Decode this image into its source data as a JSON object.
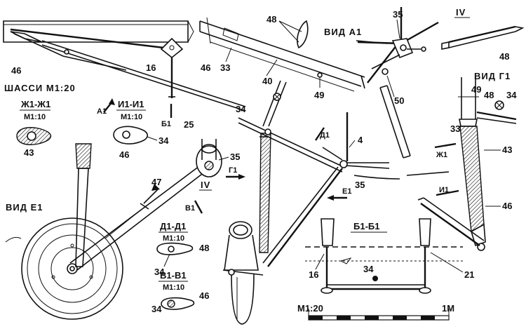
{
  "title": "ШАССИ М1:20",
  "views": {
    "view_a": "ВИД А1",
    "view_g": "ВИД Г1",
    "view_e": "ВИД Е1",
    "view_iv_top": "IV",
    "view_iv_mid": "IV"
  },
  "sections": {
    "zh": {
      "name": "Ж1-Ж1",
      "scale": "М1:10"
    },
    "i": {
      "name": "И1-И1",
      "scale": "М1:10"
    },
    "d": {
      "name": "Д1-Д1",
      "scale": "М1:10"
    },
    "v": {
      "name": "В1-В1",
      "scale": "М1:10"
    },
    "b": {
      "name": "Б1-Б1"
    }
  },
  "markers": {
    "a1": "А1",
    "b1": "Б1",
    "g1": "Г1",
    "v1": "В1",
    "d1": "Д1",
    "e1": "Е1",
    "zh1": "Ж1",
    "i1": "И1"
  },
  "part_numbers": {
    "p16_top": "16",
    "p46_top": "46",
    "p25": "25",
    "p48_mid": "48",
    "p46_mid": "46",
    "p33_mid": "33",
    "p40": "40",
    "p49_mid": "49",
    "p35_top": "35",
    "p50": "50",
    "p48_right_top": "48",
    "p49_right": "49",
    "p48_right": "48",
    "p34_right": "34",
    "p33_right": "33",
    "p43_right": "43",
    "p46_right": "46",
    "p34_center": "34",
    "p4": "4",
    "p35_center": "35",
    "p43_sec": "43",
    "p46_sec": "46",
    "p34_sec": "34",
    "p47": "47",
    "p35_left": "35",
    "p48_sec_d": "48",
    "p34_sec_d": "34",
    "p46_sec_v": "46",
    "p34_sec_v": "34",
    "p16_bot": "16",
    "p21": "21",
    "p34_bot": "34"
  },
  "scale_bar": {
    "label": "М1:20",
    "end_label": "1М"
  }
}
